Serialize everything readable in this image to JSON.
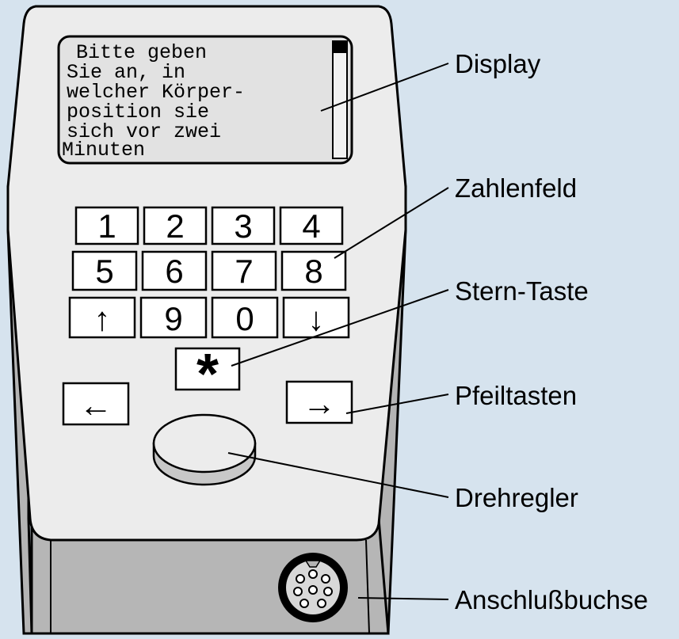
{
  "display": {
    "lines": [
      "Bitte geben",
      "Sie an, in",
      "welcher Körper-",
      "position sie",
      "sich vor zwei",
      "Minuten"
    ]
  },
  "keypad": {
    "rows": [
      [
        "1",
        "2",
        "3",
        "4"
      ],
      [
        "5",
        "6",
        "7",
        "8"
      ],
      [
        "↑",
        "9",
        "0",
        "↓"
      ]
    ],
    "star": "*",
    "left_arrow": "←",
    "right_arrow": "→"
  },
  "labels": {
    "display": "Display",
    "zahlenfeld": "Zahlenfeld",
    "stern_taste": "Stern-Taste",
    "pfeiltasten": "Pfeiltasten",
    "drehregler": "Drehregler",
    "anschlussbuchse": "Anschlußbuchse"
  },
  "colors": {
    "background": "#d6e3ee",
    "body_face": "#ececec",
    "body_side": "#b4b4b4",
    "screen": "#e2e2e2"
  }
}
